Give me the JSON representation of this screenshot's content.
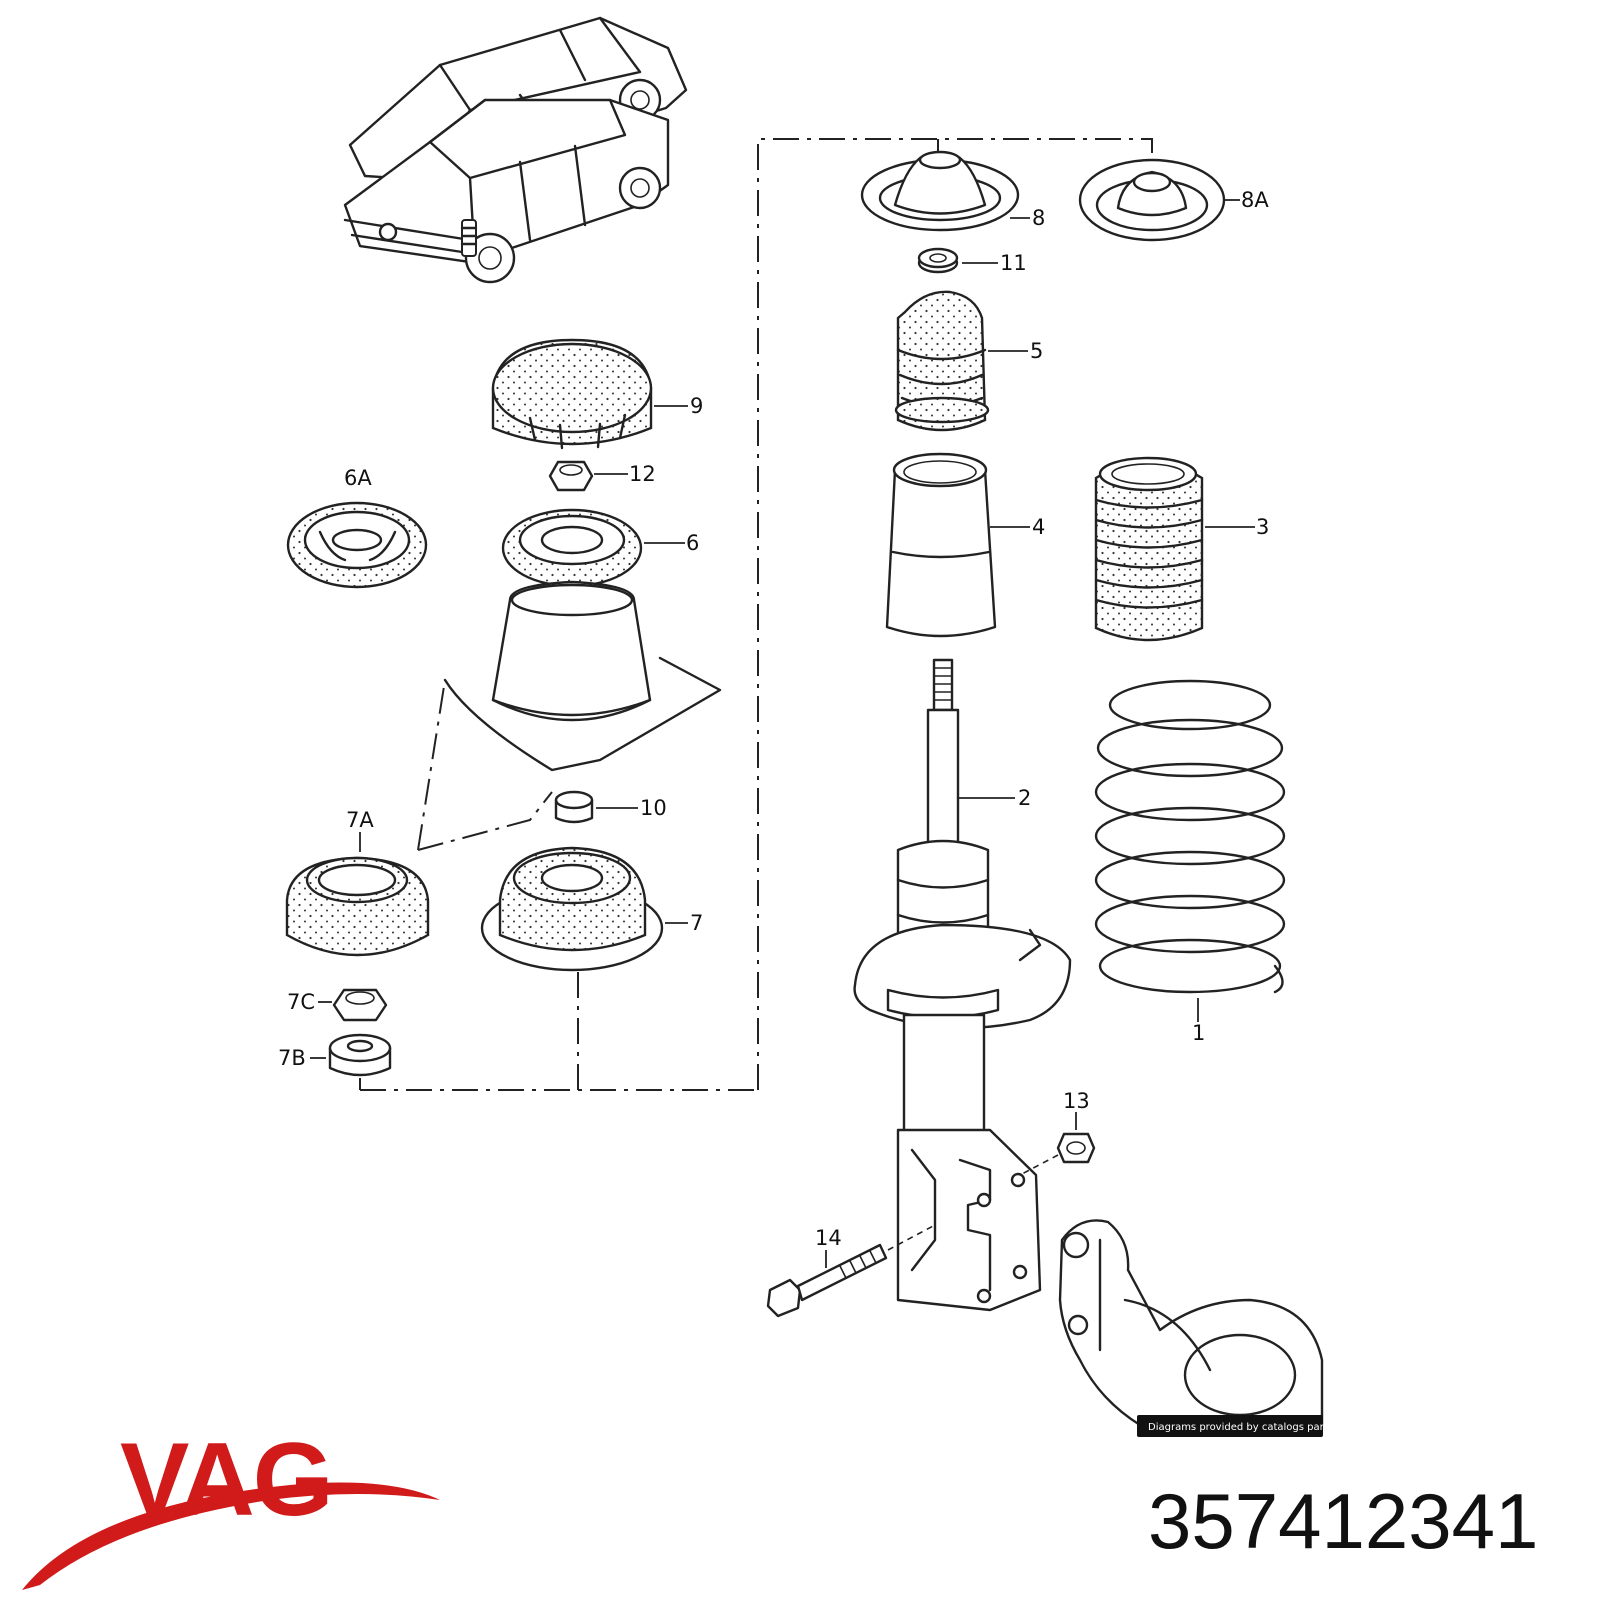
{
  "callouts": {
    "c1": "1",
    "c2": "2",
    "c3": "3",
    "c4": "4",
    "c5": "5",
    "c6": "6",
    "c6a": "6A",
    "c7": "7",
    "c7a": "7A",
    "c7b": "7B",
    "c7c": "7C",
    "c8": "8",
    "c8a": "8A",
    "c9": "9",
    "c10": "10",
    "c11": "11",
    "c12": "12",
    "c13": "13",
    "c14": "14"
  },
  "credit": "Diagrams provided by catalogs parts",
  "brand": {
    "name": "VAG",
    "color": "#d11a1a"
  },
  "part_number": "357412341"
}
